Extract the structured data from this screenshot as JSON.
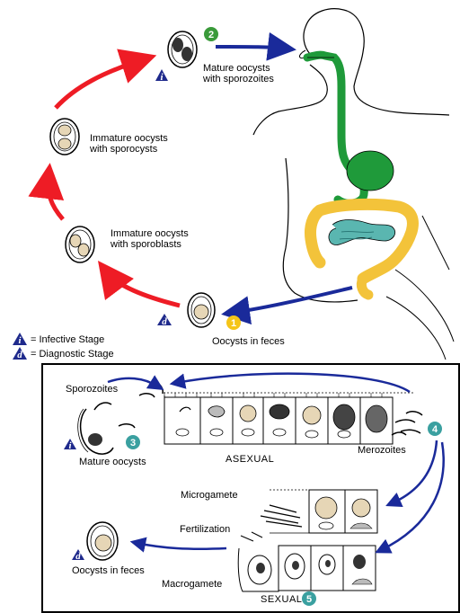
{
  "colors": {
    "accent_green": "#3a9a3a",
    "accent_yellow": "#f5c518",
    "accent_teal": "#3aa0a0",
    "infective_triangle": "#1f2a8c",
    "cycle_arrow_red": "#ee1c25",
    "cycle_arrow_blue": "#1a2a9a",
    "gut_green": "#1f9a3a",
    "colon_yellow": "#f3c33a",
    "intestine_teal": "#5ab6b0"
  },
  "steps": {
    "s1": "1",
    "s2": "2",
    "s3": "3",
    "s4": "4",
    "s5": "5"
  },
  "badges": {
    "infective": "i",
    "diagnostic": "d"
  },
  "upper": {
    "mature_line1": "Mature oocysts",
    "mature_line2": "with sporozoites",
    "sporocysts_line1": "Immature oocysts",
    "sporocysts_line2": "with sporocysts",
    "sporoblasts_line1": "Immature oocysts",
    "sporoblasts_line2": "with sporoblasts",
    "feces": "Oocysts in feces"
  },
  "legend": {
    "infective": "= Infective Stage",
    "diagnostic": "= Diagnostic Stage"
  },
  "lower": {
    "sporozoites": "Sporozoites",
    "mature_oocysts": "Mature oocysts",
    "asexual": "ASEXUAL",
    "merozoites": "Merozoites",
    "microgamete": "Microgamete",
    "fertilization": "Fertilization",
    "macrogamete": "Macrogamete",
    "oocysts_in_feces": "Oocysts in feces",
    "sexual": "SEXUAL"
  }
}
